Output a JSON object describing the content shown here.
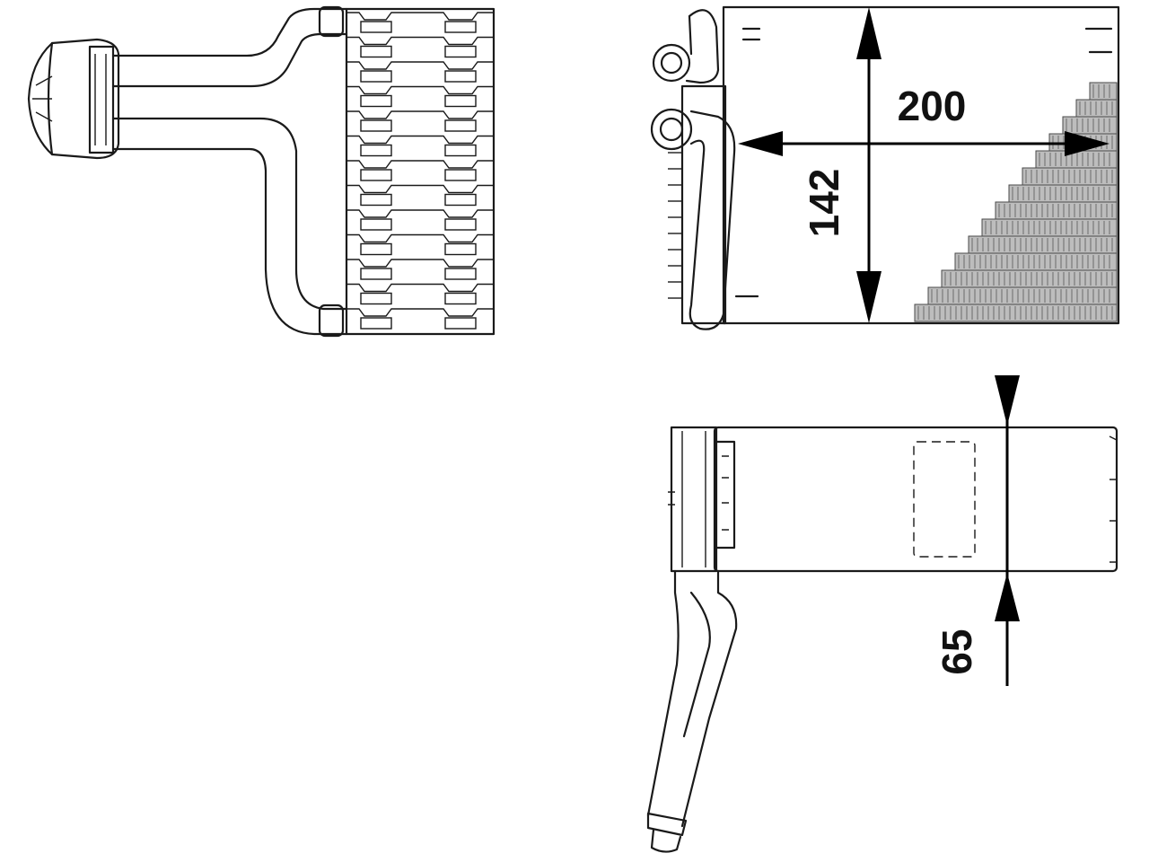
{
  "dimensions": {
    "width_label": "200",
    "height_label": "142",
    "depth_label": "65"
  },
  "colors": {
    "line": "#1a1a1a",
    "fin_fill": "#bdbdbd",
    "background": "#ffffff"
  }
}
